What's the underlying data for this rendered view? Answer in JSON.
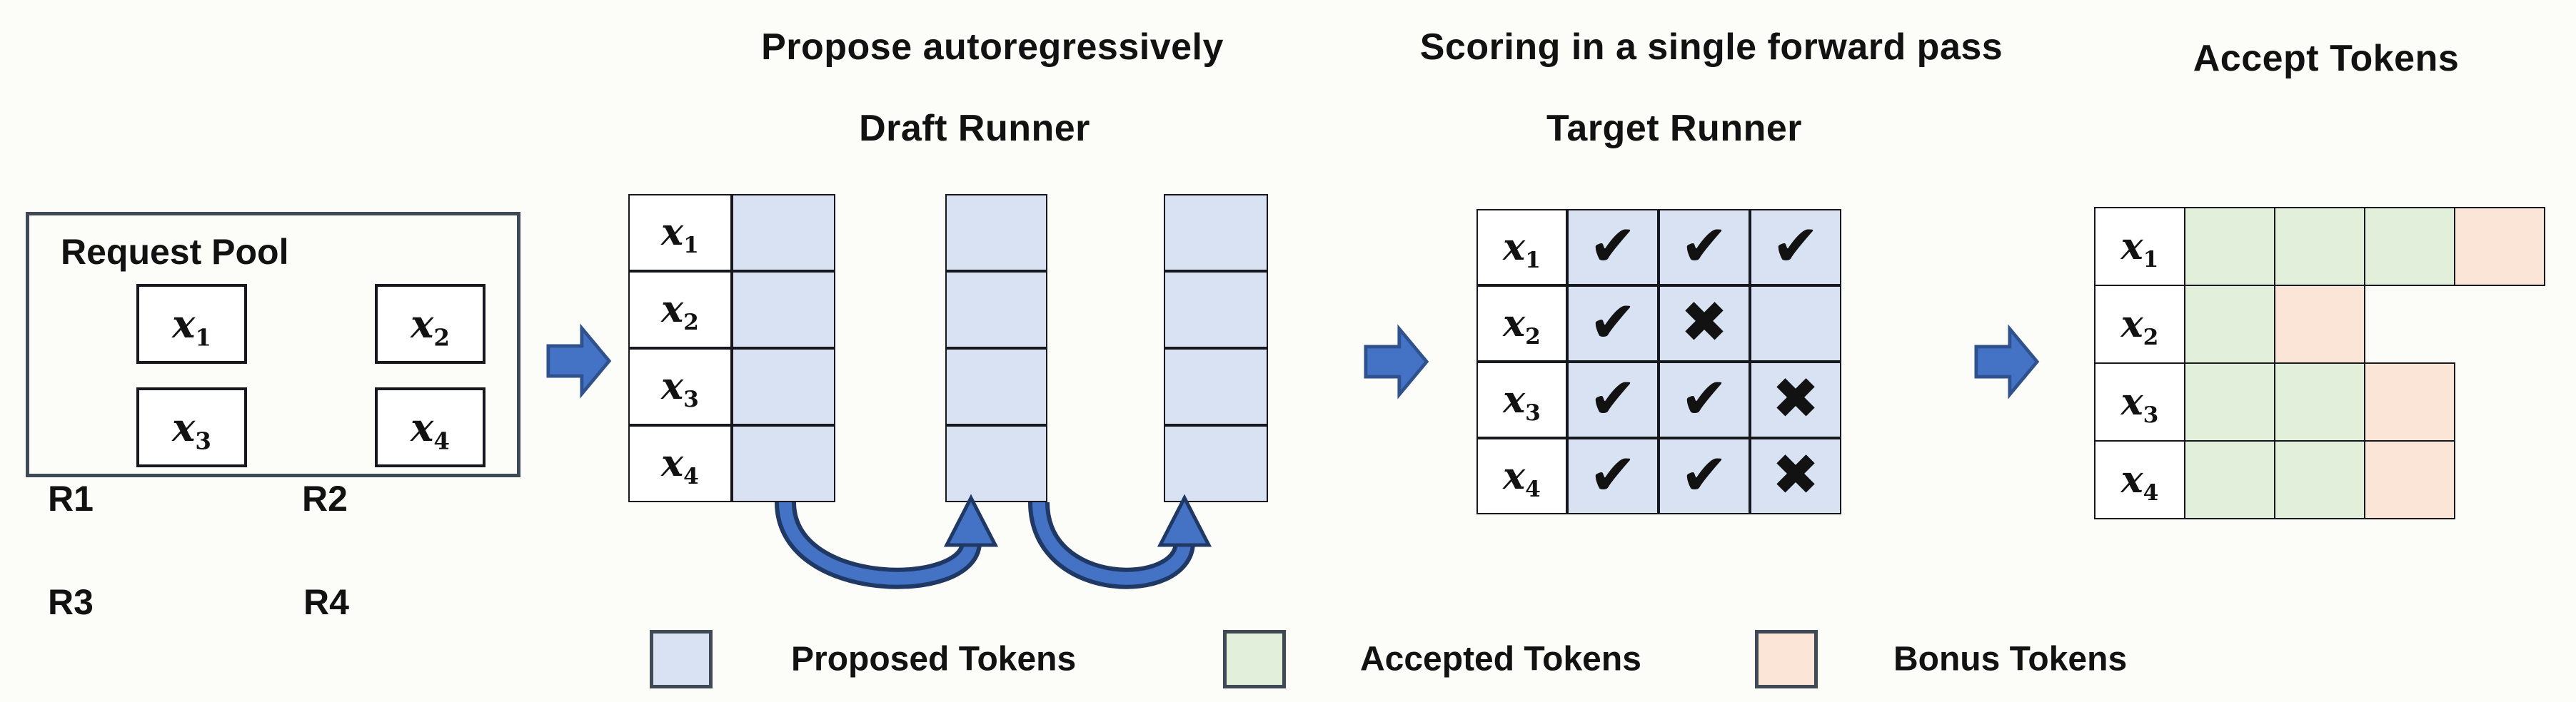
{
  "titles": {
    "propose": "Propose autoregressively",
    "draft_runner": "Draft Runner",
    "scoring": "Scoring in a single forward pass",
    "target_runner": "Target Runner",
    "accept": "Accept Tokens"
  },
  "request_pool": {
    "title": "Request Pool",
    "items": [
      {
        "id": "R1",
        "base": "x",
        "sub": "1"
      },
      {
        "id": "R2",
        "base": "x",
        "sub": "2"
      },
      {
        "id": "R3",
        "base": "x",
        "sub": "3"
      },
      {
        "id": "R4",
        "base": "x",
        "sub": "4"
      }
    ]
  },
  "tokens": [
    {
      "base": "x",
      "sub": "1"
    },
    {
      "base": "x",
      "sub": "2"
    },
    {
      "base": "x",
      "sub": "3"
    },
    {
      "base": "x",
      "sub": "4"
    }
  ],
  "draft_runner": {
    "step_columns": 3,
    "rows_per_column": 4
  },
  "target_runner": {
    "rows": [
      {
        "marks": [
          "✔",
          "✔",
          "✔"
        ]
      },
      {
        "marks": [
          "✔",
          "✖",
          ""
        ]
      },
      {
        "marks": [
          "✔",
          "✔",
          "✖"
        ]
      },
      {
        "marks": [
          "✔",
          "✔",
          "✖"
        ]
      }
    ]
  },
  "accept_tokens": {
    "rows": [
      {
        "cells": [
          "accepted",
          "accepted",
          "accepted",
          "bonus"
        ]
      },
      {
        "cells": [
          "accepted",
          "bonus"
        ]
      },
      {
        "cells": [
          "accepted",
          "accepted",
          "bonus"
        ]
      },
      {
        "cells": [
          "accepted",
          "accepted",
          "bonus"
        ]
      }
    ]
  },
  "legend": {
    "items": [
      {
        "type": "proposed",
        "label": "Proposed Tokens"
      },
      {
        "type": "accepted",
        "label": "Accepted Tokens"
      },
      {
        "type": "bonus",
        "label": "Bonus Tokens"
      }
    ]
  },
  "colors": {
    "proposed": "#d9e2f3",
    "accepted": "#e2efda",
    "bonus": "#fbe5d6",
    "arrow-fill": "#4472c4",
    "arrow-edge": "#2f528f",
    "grid": "#16181d",
    "box-border": "#3f4a56",
    "text": "#121212"
  }
}
